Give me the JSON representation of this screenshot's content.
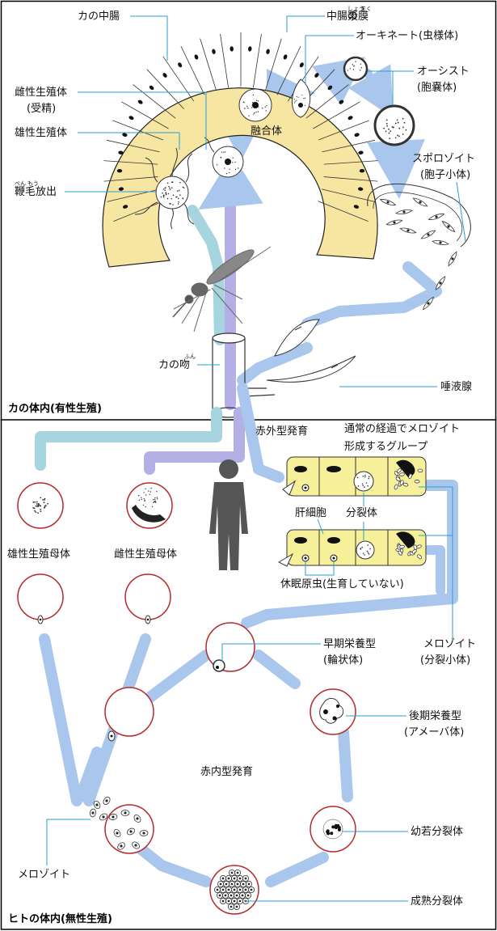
{
  "mosquito_section": {
    "title": "カの体内(有性生殖)",
    "labels": {
      "midgut": "カの中腸",
      "midgut_wall_prefix": "中腸の",
      "midgut_wall_kanji": "漿膜",
      "midgut_wall_ruby_1": "しょう",
      "midgut_wall_ruby_2": "まく",
      "ookinete": "オーキネート(虫様体)",
      "female_gamete": "雌性生殖体",
      "fertilized": "(受精)",
      "male_gamete": "雄性生殖体",
      "exflagellation": "鞭毛放出",
      "exflagellation_ruby_1": "べん",
      "exflagellation_ruby_2": "もう",
      "zygote": "融合体",
      "oocyst": "オーシスト",
      "oocyst_sub": "(胞嚢体)",
      "sporozoite": "スポロゾイト",
      "sporozoite_sub": "(胞子小体)",
      "proboscis": "カの吻",
      "proboscis_ruby": "ふん",
      "salivary_gland": "唾液腺"
    }
  },
  "human_section": {
    "title": "ヒトの体内(無性生殖)",
    "labels": {
      "exo_erythrocytic": "赤外型発育",
      "normal_course_1": "通常の経過でメロゾイト",
      "normal_course_2": "形成するグループ",
      "hepatocyte": "肝細胞",
      "schizont": "分裂体",
      "hypnozoite": "休眠原虫(生育していない)",
      "male_gametocyte": "雄性生殖母体",
      "female_gametocyte": "雌性生殖母体",
      "early_trophozoite": "早期栄養型",
      "early_trophozoite_sub": "(輪状体)",
      "merozoite_right": "メロゾイト",
      "merozoite_right_sub": "(分裂小体)",
      "late_trophozoite": "後期栄養型",
      "late_trophozoite_sub": "(アメーバ体)",
      "erythrocytic": "赤内型発育",
      "young_schizont": "幼若分裂体",
      "mature_schizont": "成熟分裂体",
      "merozoite_left": "メロゾイト"
    }
  },
  "colors": {
    "gut": "#f7e6a2",
    "liver": "#f6f09a",
    "rbc_border": "#b52a2a",
    "arrow_blue": "#a9c6ec",
    "arrow_cyan": "#a6d5df",
    "arrow_purple": "#b4b0e6",
    "leader": "#2a9fd6"
  }
}
